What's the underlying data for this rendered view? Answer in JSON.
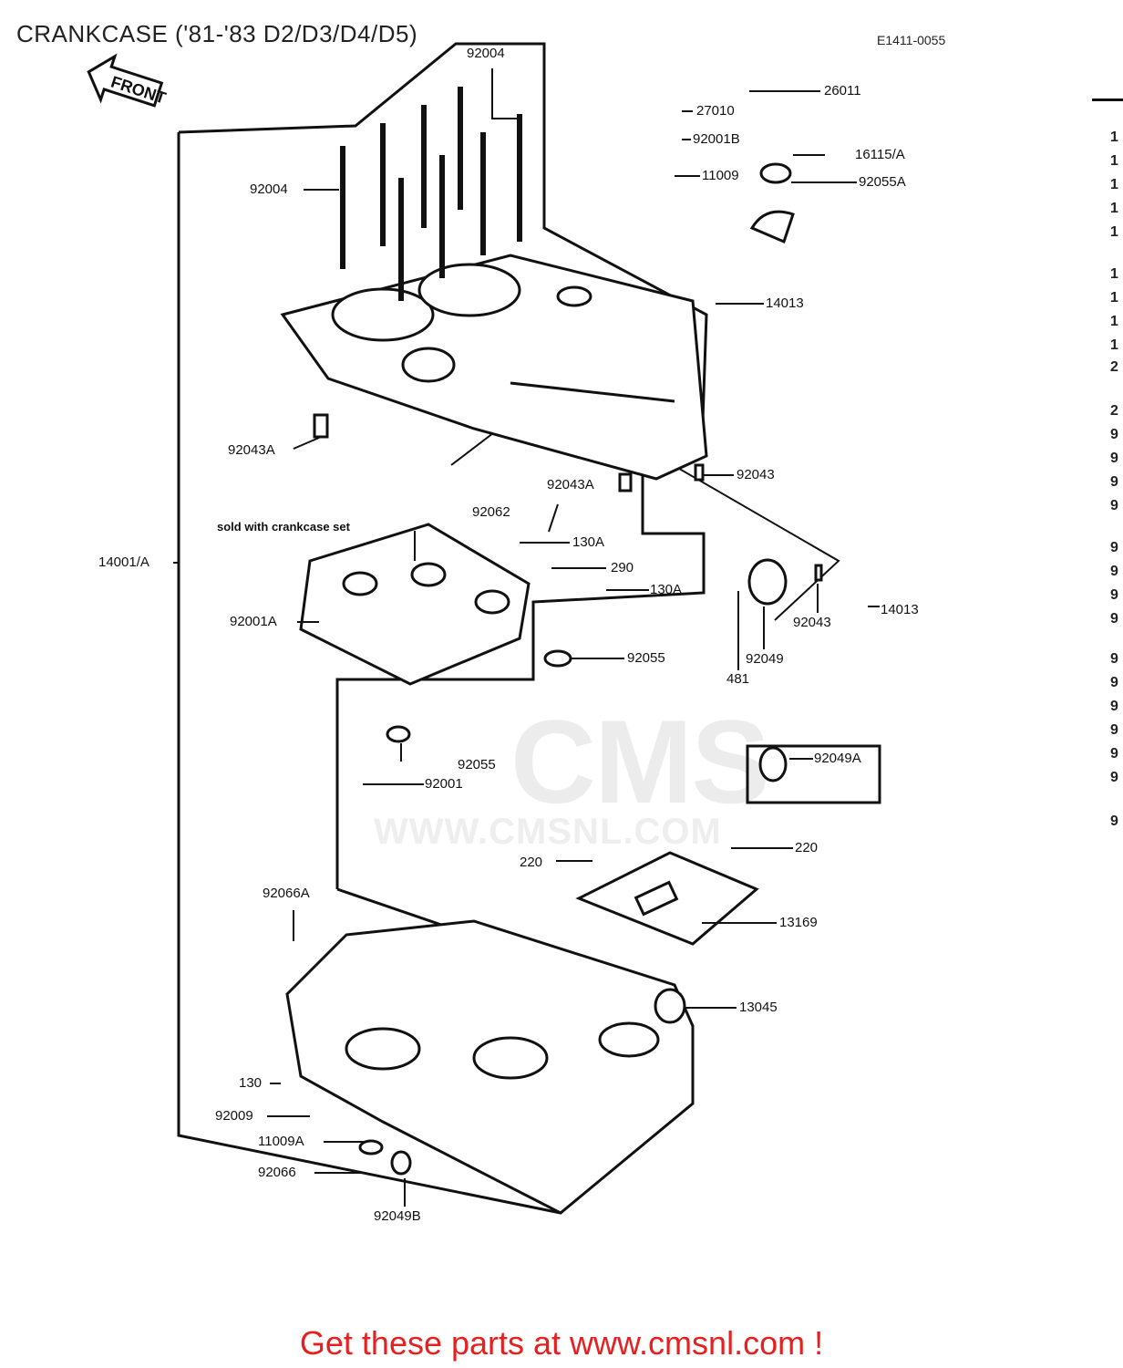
{
  "title": "CRANKCASE ('81-'83 D2/D3/D4/D5)",
  "ref_code": "E1411-0055",
  "front_label": "FRONT",
  "footer": "Get these parts at www.cmsnl.com !",
  "watermark": {
    "brand": "CMS",
    "url": "WWW.CMSNL.COM"
  },
  "note": "sold with crankcase set",
  "parts": [
    "92004",
    "92004",
    "26011",
    "27010",
    "92001B",
    "16115/A",
    "11009",
    "92055A",
    "14013",
    "92043A",
    "92043",
    "92043A",
    "92062",
    "130A",
    "290",
    "130A",
    "14001/A",
    "92001A",
    "92055",
    "92043",
    "14013",
    "92049",
    "481",
    "92055",
    "92001",
    "92049A",
    "220",
    "220",
    "92066A",
    "13169",
    "13045",
    "130",
    "92009",
    "11009A",
    "92066",
    "92049B"
  ],
  "edge_index": [
    "1",
    "1",
    "1",
    "1",
    "1",
    "1",
    "1",
    "1",
    "1",
    "2",
    "2",
    "9",
    "9",
    "9",
    "9",
    "9",
    "9",
    "9",
    "9",
    "9",
    "9",
    "9",
    "9",
    "9",
    "9",
    "9"
  ],
  "colors": {
    "footer": "#e81f1f",
    "line": "#111111",
    "watermark": "#e8e8e8"
  }
}
